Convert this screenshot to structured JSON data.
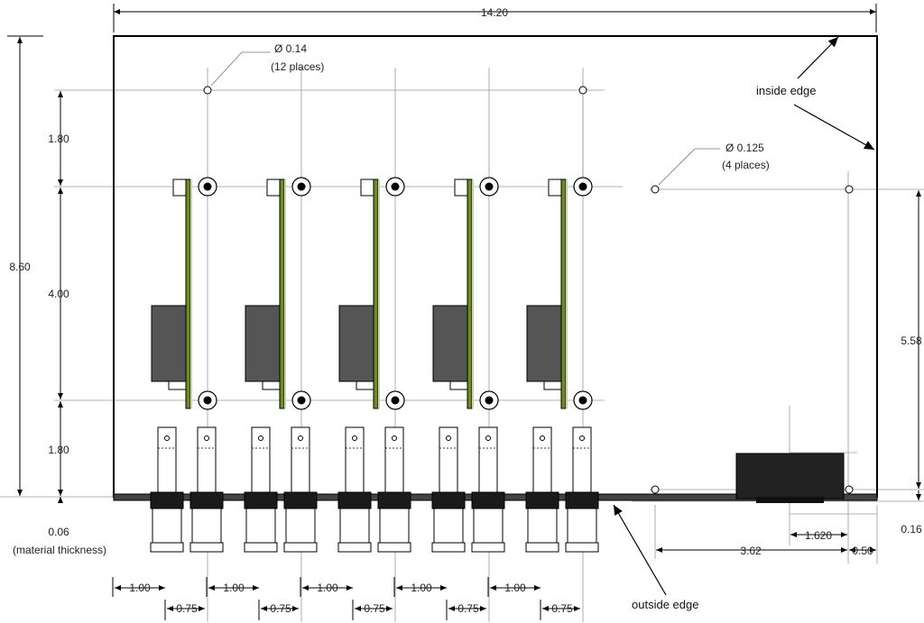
{
  "dimensions": {
    "overall_width": "14.20",
    "overall_height": "8.60",
    "left_top_gap": "1.80",
    "left_middle": "4.00",
    "left_bottom_gap": "1.80",
    "material_thickness_value": "0.06",
    "material_thickness_label": "(material thickness)",
    "right_height": "5.58",
    "right_bottom": "0.16",
    "bottom_right_span": "3.62",
    "bottom_right_edge": "0.50",
    "component_offset": "1.620",
    "connector_pitch_a": "1.00",
    "connector_pitch_b": "0.75"
  },
  "notes": {
    "hole_small_dia": "Ø 0.14",
    "hole_small_count": "(12 places)",
    "hole_large_dia": "Ø 0.125",
    "hole_large_count": "(4 places)",
    "inside_edge": "inside edge",
    "outside_edge": "outside edge"
  },
  "colors": {
    "line": "#000000",
    "construction": "#9a9a9a",
    "board_green": "#6f8a2e",
    "module_gray": "#555555",
    "block_dark": "#222222"
  }
}
